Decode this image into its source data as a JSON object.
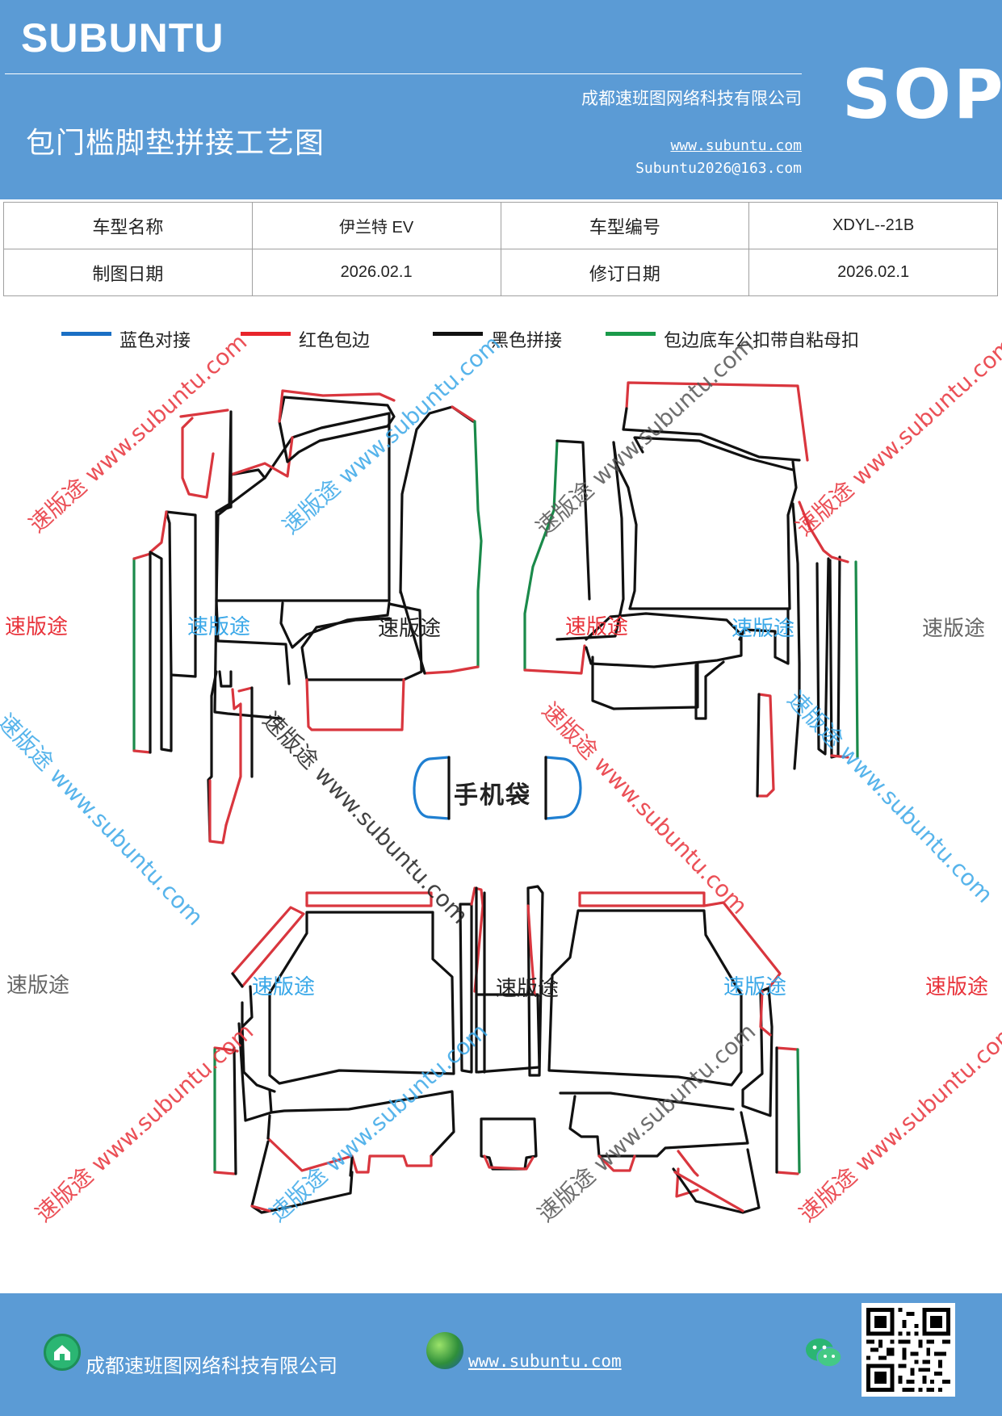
{
  "header": {
    "brand": "SUBUNTU",
    "company": "成都速班图网络科技有限公司",
    "title": "包门槛脚垫拼接工艺图",
    "website": "www.subuntu.com",
    "email": "Subuntu2026@163.com",
    "badge": "SOP"
  },
  "info": {
    "model_name_label": "车型名称",
    "model_name_value": "伊兰特 EV",
    "model_code_label": "车型编号",
    "model_code_value": "XDYL--21B",
    "draw_date_label": "制图日期",
    "draw_date_value": "2026.02.1",
    "revise_date_label": "修订日期",
    "revise_date_value": "2026.02.1"
  },
  "legend": {
    "items": [
      {
        "label": "蓝色对接",
        "color": "#1a6fc4"
      },
      {
        "label": "红色包边",
        "color": "#e8242b"
      },
      {
        "label": "黑色拼接",
        "color": "#111111"
      },
      {
        "label": "包边底车公扣带自粘母扣",
        "color": "#1a9a4a"
      }
    ]
  },
  "diagram": {
    "phone_pocket_label": "手机袋",
    "watermark_brand": "速版途",
    "watermark_url": "www.subuntu.com",
    "colors": {
      "red": "#d9363e",
      "black": "#111111",
      "green": "#1a8a4a",
      "blue": "#1f7fd1",
      "wm_red": "#e8323a",
      "wm_blue": "#3aa8e8",
      "wm_gray": "#555555"
    }
  },
  "footer": {
    "company": "成都速班图网络科技有限公司",
    "website": "www.subuntu.com"
  }
}
